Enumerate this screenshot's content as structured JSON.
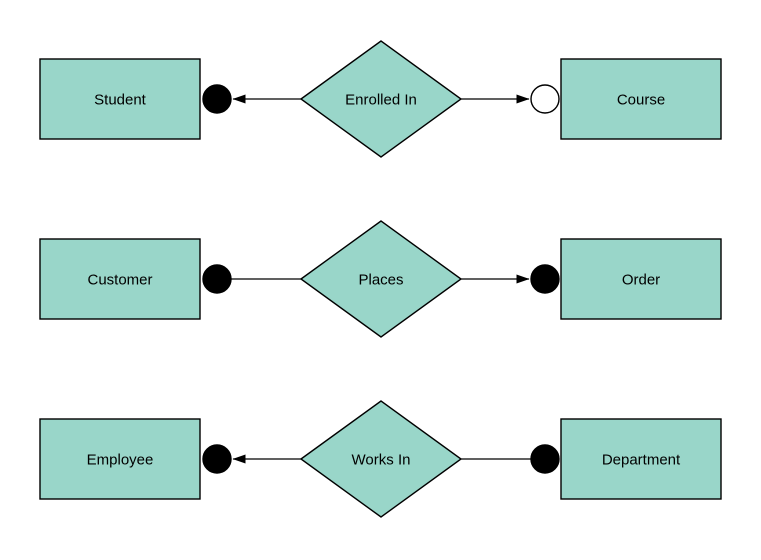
{
  "diagram": {
    "type": "entity-relationship-diagram",
    "background": "#ffffff",
    "colors": {
      "shape_fill": "#99D6C9",
      "shape_stroke": "#000000",
      "line_color": "#000000",
      "text_color": "#000000",
      "filled_connector": "#000000",
      "open_connector": "#ffffff"
    },
    "rows": [
      {
        "left_entity": "Student",
        "relationship": "Enrolled In",
        "right_entity": "Course",
        "left_connector": {
          "style": "filled-circle",
          "fill": "#000000",
          "arrow": true
        },
        "right_connector": {
          "style": "open-circle",
          "fill": "#ffffff",
          "arrow": true
        }
      },
      {
        "left_entity": "Customer",
        "relationship": "Places",
        "right_entity": "Order",
        "left_connector": {
          "style": "filled-circle",
          "fill": "#000000",
          "arrow": false
        },
        "right_connector": {
          "style": "filled-circle",
          "fill": "#000000",
          "arrow": true
        }
      },
      {
        "left_entity": "Employee",
        "relationship": "Works In",
        "right_entity": "Department",
        "left_connector": {
          "style": "filled-circle",
          "fill": "#000000",
          "arrow": true
        },
        "right_connector": {
          "style": "filled-circle",
          "fill": "#000000",
          "arrow": false
        }
      }
    ]
  }
}
